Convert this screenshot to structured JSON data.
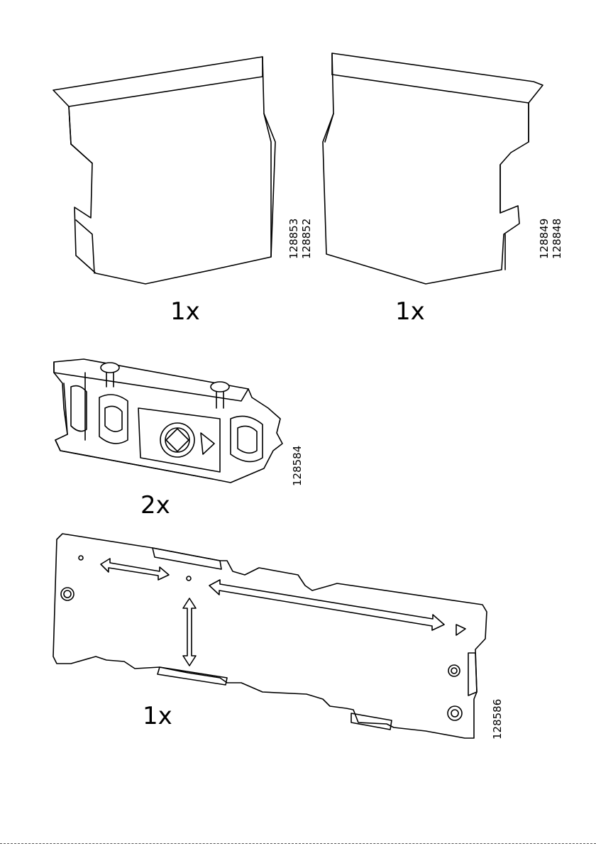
{
  "parts": [
    {
      "id": "panel-left",
      "numbers": [
        "128853",
        "128852"
      ],
      "quantity": "1x"
    },
    {
      "id": "panel-right",
      "numbers": [
        "128849",
        "128848"
      ],
      "quantity": "1x"
    },
    {
      "id": "bracket",
      "numbers": [
        "128584"
      ],
      "quantity": "2x"
    },
    {
      "id": "plate",
      "numbers": [
        "128586"
      ],
      "quantity": "1x"
    }
  ]
}
